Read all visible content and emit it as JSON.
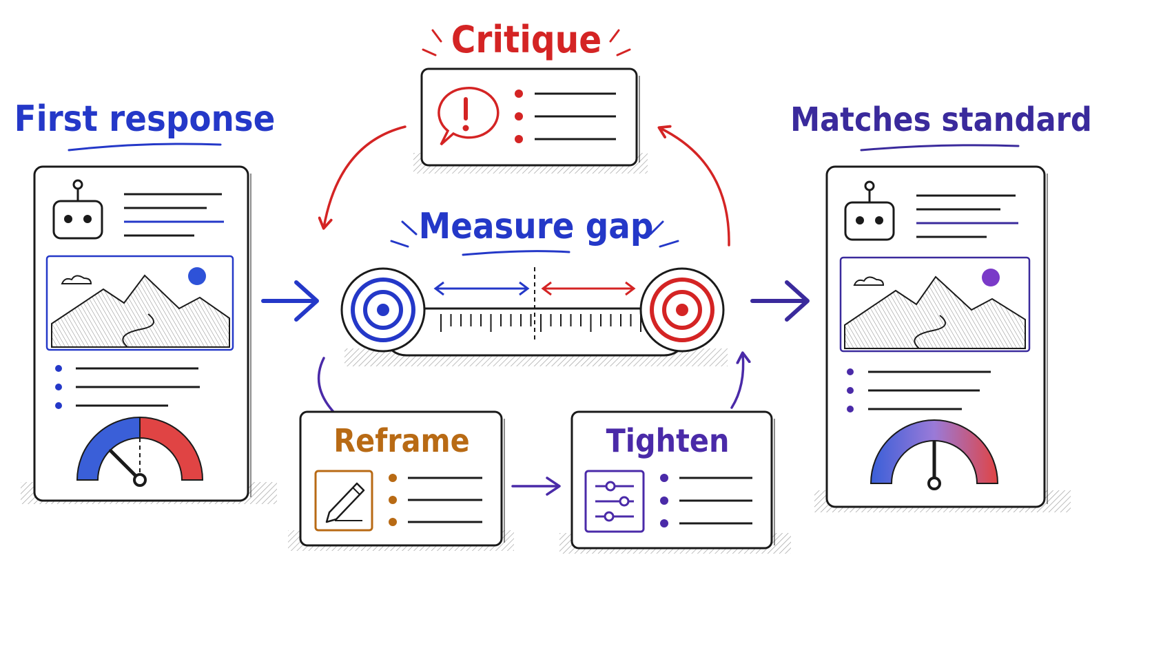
{
  "labels": {
    "first_response": "First response",
    "matches_standard": "Matches standard",
    "critique": "Critique",
    "measure_gap": "Measure gap",
    "reframe": "Reframe",
    "tighten": "Tighten"
  },
  "colors": {
    "blue": "#2438c8",
    "red": "#d42424",
    "purple": "#4a2aa8",
    "orange": "#b86a14",
    "ink": "#1a1a1a"
  },
  "icons": {
    "robot": "robot-icon",
    "landscape": "mountain-landscape-icon",
    "gauge": "gauge-icon",
    "alert": "exclamation-speech-bubble-icon",
    "target": "target-icon",
    "pencil": "pencil-icon",
    "sliders": "sliders-icon"
  },
  "gauges": {
    "first_response_needle": 0.25,
    "matches_standard_needle": 0.5
  }
}
